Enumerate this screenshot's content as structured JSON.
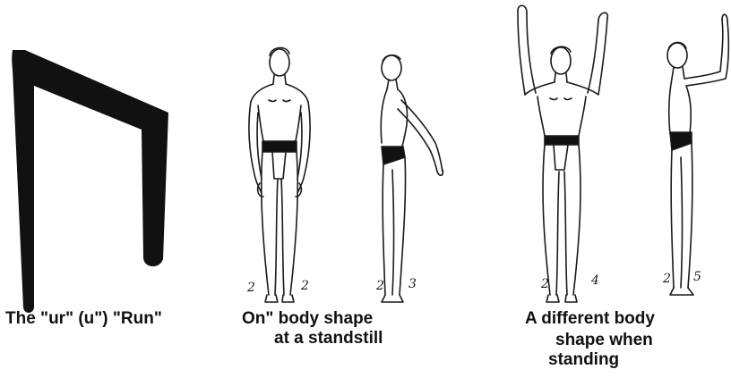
{
  "rune": {
    "caption": "The \"ur\" (u\") \"Run\""
  },
  "standstill_figure": {
    "caption_line1": "On\" body shape",
    "caption_line2": "at a standstill",
    "front_marks": [
      "2",
      "2"
    ],
    "side_marks": [
      "2",
      "3"
    ]
  },
  "standing_figure": {
    "caption_line1": "A different body",
    "caption_line2": "shape when",
    "caption_line3": "standing",
    "front_marks": [
      "2",
      "4"
    ],
    "side_marks": [
      "2",
      "5"
    ]
  },
  "colors": {
    "ink": "#111111",
    "background": "#ffffff"
  }
}
